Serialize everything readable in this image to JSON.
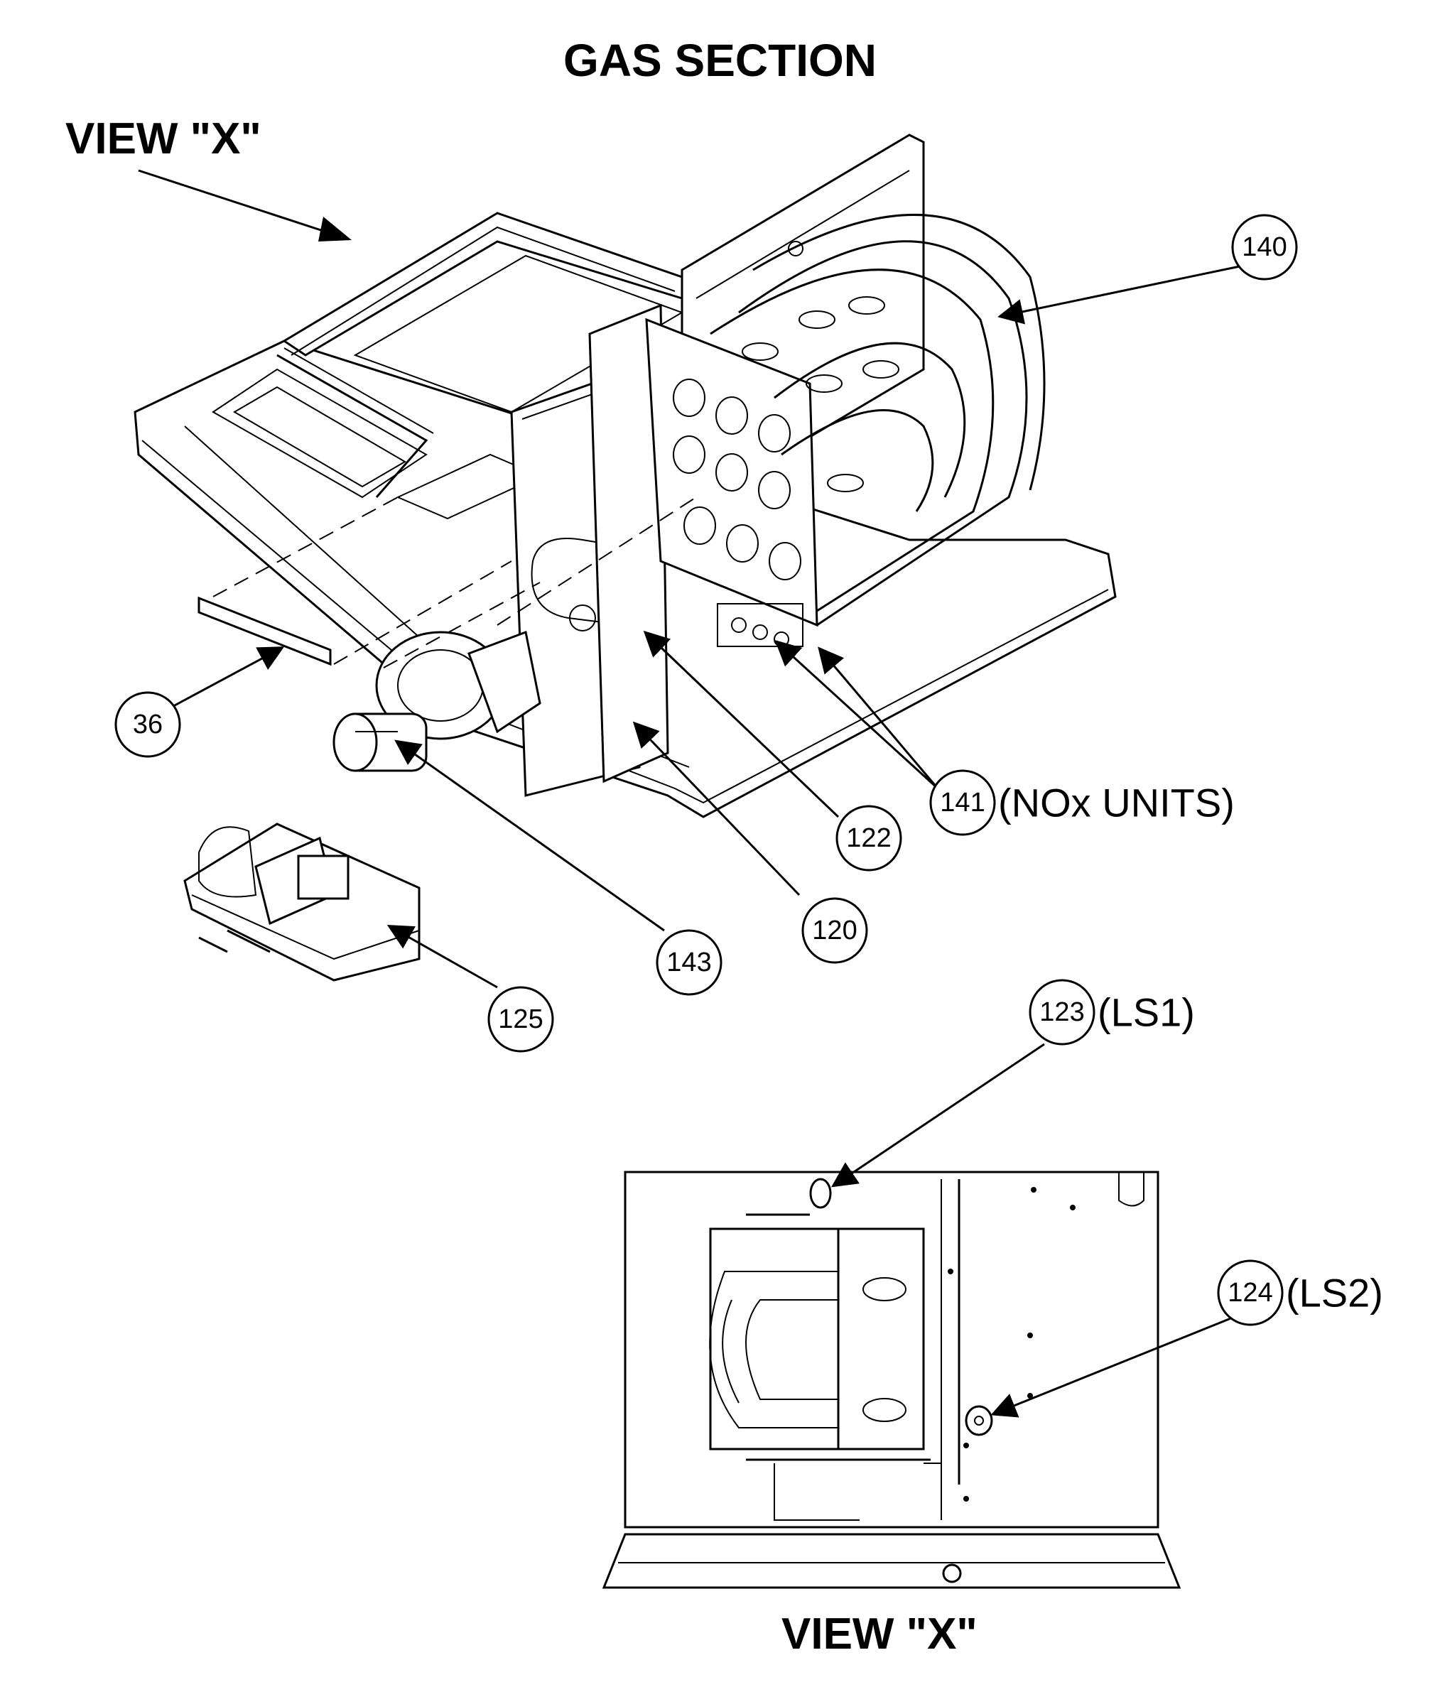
{
  "title": "GAS SECTION",
  "view_labels": {
    "top": "VIEW \"X\"",
    "bottom": "VIEW \"X\""
  },
  "callouts": [
    {
      "id": "c140",
      "number": "140",
      "note": ""
    },
    {
      "id": "c36",
      "number": "36",
      "note": ""
    },
    {
      "id": "c122",
      "number": "122",
      "note": ""
    },
    {
      "id": "c141",
      "number": "141",
      "note": "(NOx UNITS)"
    },
    {
      "id": "c120",
      "number": "120",
      "note": ""
    },
    {
      "id": "c143",
      "number": "143",
      "note": ""
    },
    {
      "id": "c125",
      "number": "125",
      "note": ""
    },
    {
      "id": "c123",
      "number": "123",
      "note": "(LS1)"
    },
    {
      "id": "c124",
      "number": "124",
      "note": "(LS2)"
    }
  ]
}
